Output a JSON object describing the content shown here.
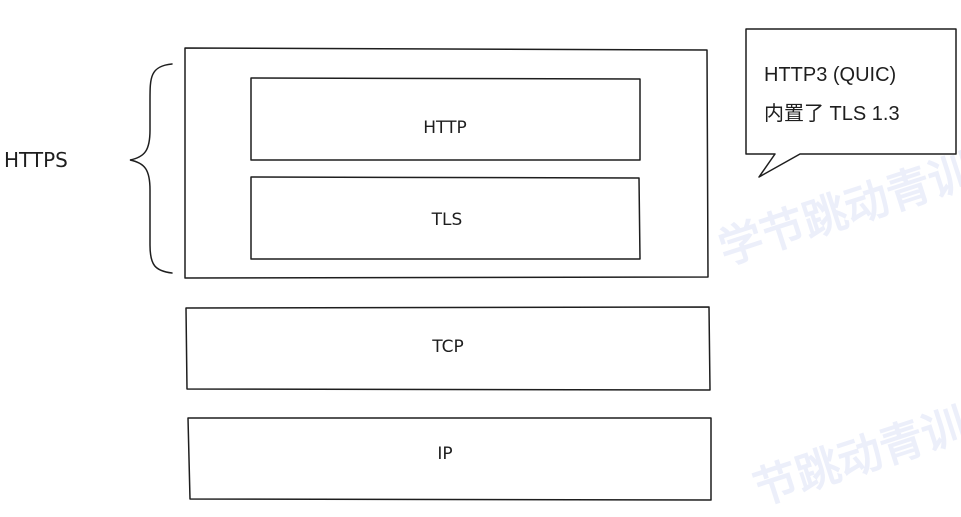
{
  "diagram": {
    "group_label": "HTTPS",
    "layers": {
      "http": "HTTP",
      "tls": "TLS",
      "tcp": "TCP",
      "ip": "IP"
    },
    "callout": {
      "line1": "HTTP3 (QUIC)",
      "line2": "内置了 TLS 1.3"
    }
  },
  "watermark": {
    "text_upper": "学节跳动青训",
    "text_lower": "节跳动青训"
  },
  "colors": {
    "stroke": "#1e1e1e",
    "background": "#ffffff",
    "watermark": "#d6dcf5"
  }
}
